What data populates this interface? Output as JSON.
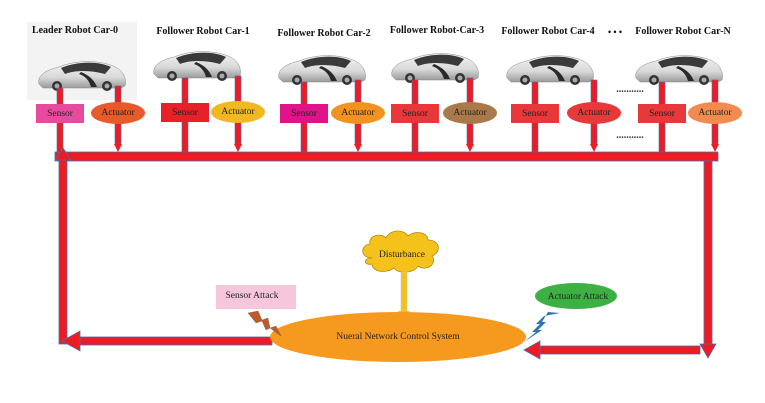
{
  "cars": [
    {
      "title": "Leader Robot Car-0",
      "sensor": {
        "label": "Sensor",
        "color": "#e84b9e"
      },
      "actuator": {
        "label": "Actuator",
        "color": "#e85a2a"
      }
    },
    {
      "title": "Follower Robot Car-1",
      "sensor": {
        "label": "Sensor",
        "color": "#e8202a"
      },
      "actuator": {
        "label": "Actuator",
        "color": "#f2b820"
      }
    },
    {
      "title": "Follower Robot Car-2",
      "sensor": {
        "label": "Sensor",
        "color": "#e0148a"
      },
      "actuator": {
        "label": "Actuator",
        "color": "#f29320"
      }
    },
    {
      "title": "Follower Robot-Car-3",
      "sensor": {
        "label": "Sensor",
        "color": "#e8383a"
      },
      "actuator": {
        "label": "Actuator",
        "color": "#a9794a"
      }
    },
    {
      "title": "Follower Robot Car-4",
      "sensor": {
        "label": "Sensor",
        "color": "#e8383a"
      },
      "actuator": {
        "label": "Actuator",
        "color": "#e8383a"
      }
    },
    {
      "title": "Follower Robot Car-N",
      "sensor": {
        "label": "Sensor",
        "color": "#e8383a"
      },
      "actuator": {
        "label": "Actuator",
        "color": "#f28b50"
      }
    }
  ],
  "ellipsis": "• • •",
  "dots": "...........",
  "disturbance": {
    "label": "Disturbance",
    "color": "#f5c21b"
  },
  "sensor_attack": {
    "label": "Sensor Attack",
    "color": "#f6c7dc",
    "bolt_color": "#c0582a"
  },
  "actuator_attack": {
    "label": "Actuator Attack",
    "color": "#3cb043",
    "bolt_color": "#2f75b5"
  },
  "controller": {
    "label": "Nueral Network Control System",
    "color": "#f5991f"
  },
  "colors": {
    "bus": "#ed1c24",
    "bus_outline": "#4a6fa5"
  }
}
